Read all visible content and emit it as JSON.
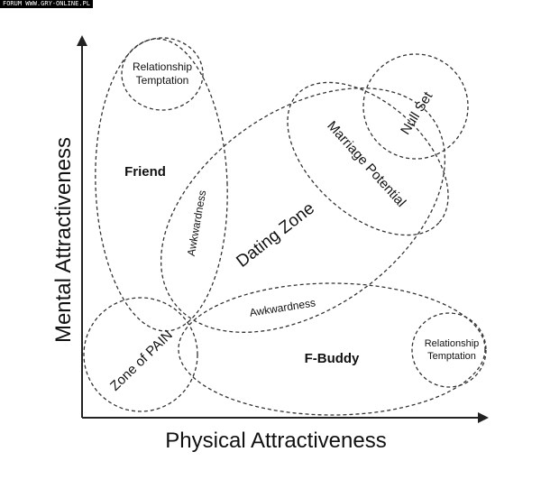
{
  "watermark": "FORUM WWW.GRY-ONLINE.PL",
  "axes": {
    "x_label": "Physical Attractiveness",
    "y_label": "Mental Attractiveness"
  },
  "regions": {
    "friend": "Friend",
    "relationship_temptation_top": [
      "Relationship",
      "Temptation"
    ],
    "awkwardness_vertical": "Awkwardness",
    "dating_zone": "Dating Zone",
    "marriage_potential": "Marriage Potential",
    "null_set": "Null Set",
    "awkwardness_horizontal": "Awkwardness",
    "zone_of_pain": "Zone of PAIN",
    "f_buddy": "F-Buddy",
    "relationship_temptation_right": [
      "Relationship",
      "Temptation"
    ]
  },
  "colors": {
    "line": "#333333",
    "text": "#111111",
    "background": "#ffffff"
  }
}
